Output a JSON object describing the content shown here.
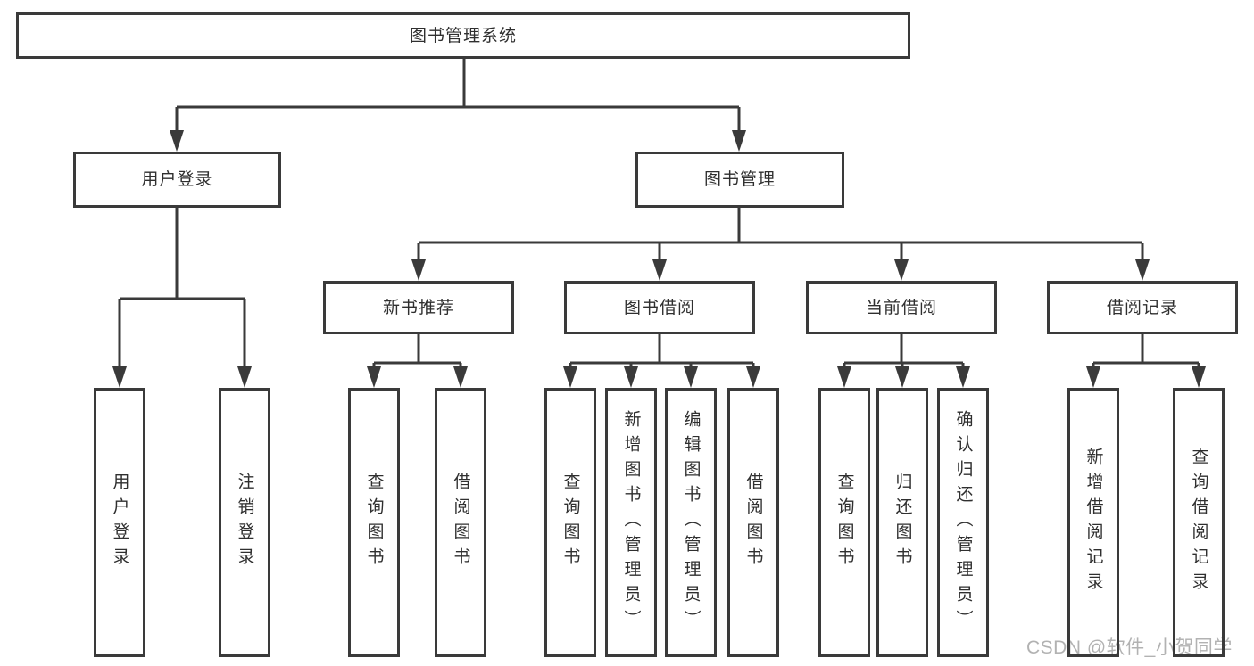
{
  "tree": {
    "label": "图书管理系统",
    "children": [
      {
        "label": "用户登录",
        "children": [
          {
            "label": "用户登录"
          },
          {
            "label": "注销登录"
          }
        ]
      },
      {
        "label": "图书管理",
        "children": [
          {
            "label": "新书推荐",
            "children": [
              {
                "label": "查询图书"
              },
              {
                "label": "借阅图书"
              }
            ]
          },
          {
            "label": "图书借阅",
            "children": [
              {
                "label": "查询图书"
              },
              {
                "label": "新增图书（管理员）"
              },
              {
                "label": "编辑图书（管理员）"
              },
              {
                "label": "借阅图书"
              }
            ]
          },
          {
            "label": "当前借阅",
            "children": [
              {
                "label": "查询图书"
              },
              {
                "label": "归还图书"
              },
              {
                "label": "确认归还（管理员）"
              }
            ]
          },
          {
            "label": "借阅记录",
            "children": [
              {
                "label": "新增借阅记录"
              },
              {
                "label": "查询借阅记录"
              }
            ]
          }
        ]
      }
    ]
  },
  "watermark": "CSDN @软件_小贺同学",
  "colors": {
    "line": "#3a3a3a",
    "box_border": "#3a3a3a",
    "text": "#2f2f2f",
    "watermark_text": "#b2b2b2",
    "background": "#ffffff"
  }
}
